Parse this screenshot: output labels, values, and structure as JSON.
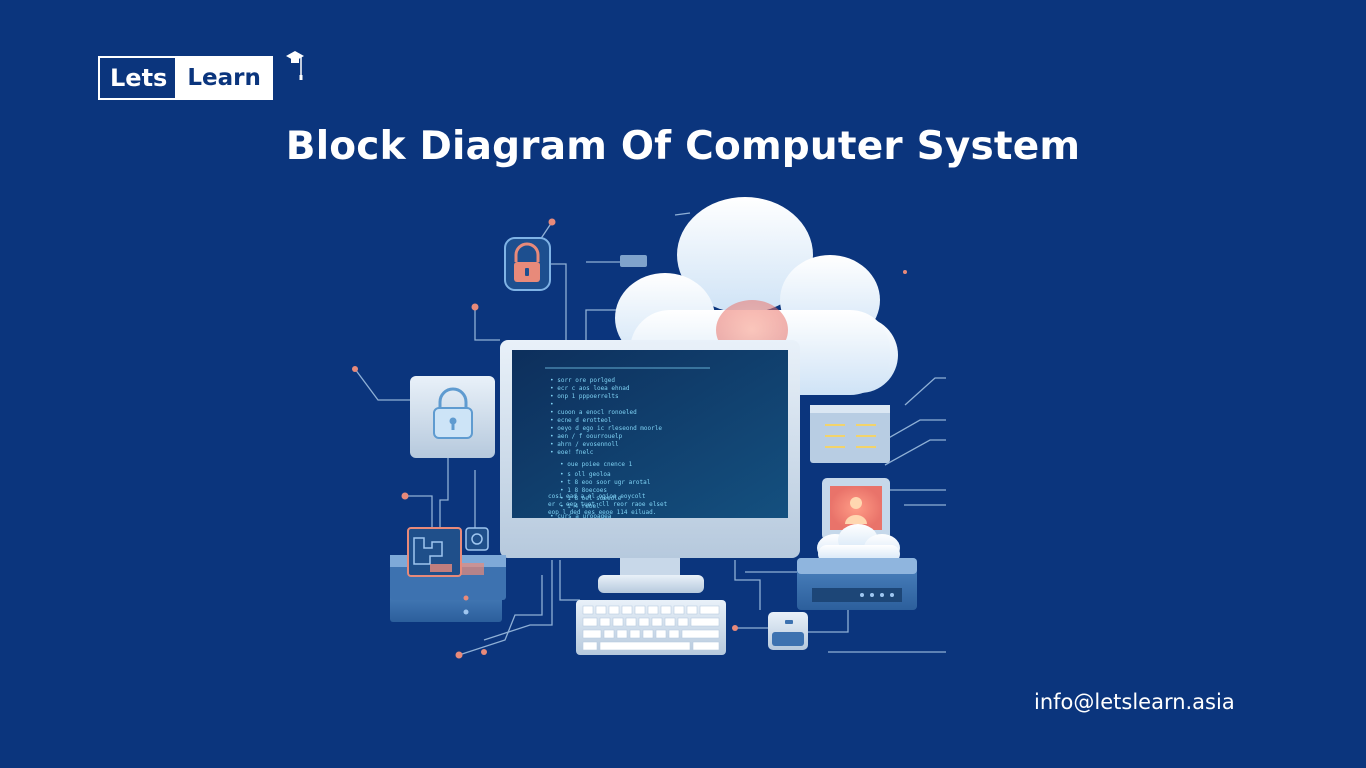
{
  "brand": {
    "logo_part1": "Lets",
    "logo_part2": "Learn"
  },
  "page": {
    "title": "Block Diagram Of Computer System",
    "email": "info@letslearn.asia"
  },
  "illustration": {
    "subject": "computer-system-network",
    "icons": [
      "cloud-icon",
      "padlock-icon",
      "monitor-icon",
      "server-icon",
      "keyboard-icon",
      "mouse-icon",
      "hard-drive-icon",
      "user-icon"
    ],
    "colors": {
      "background": "#0b357d",
      "accent": "#e88a7a",
      "screen": "#0e3a6b",
      "code": "#7fd3f5"
    }
  }
}
